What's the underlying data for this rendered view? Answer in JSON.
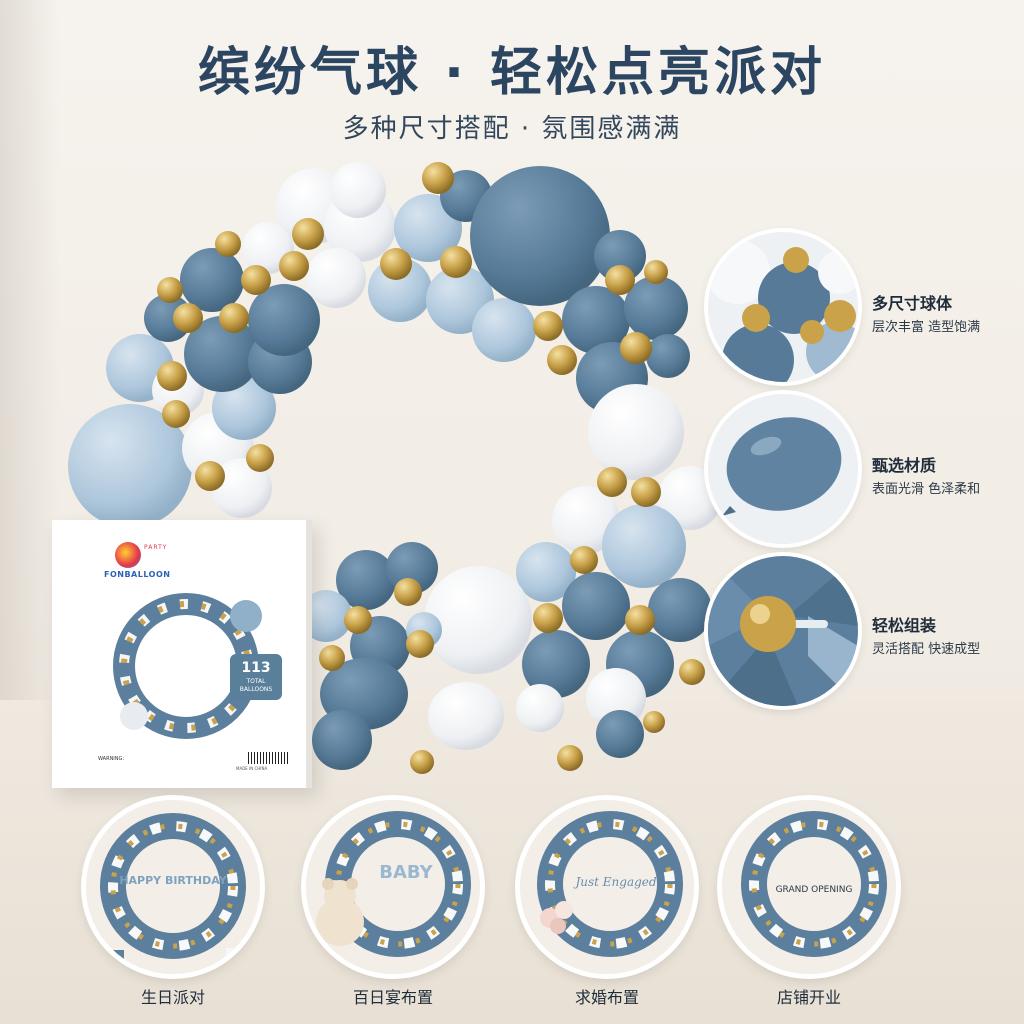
{
  "header": {
    "title": "缤纷气球 · 轻松点亮派对",
    "subtitle": "多种尺寸搭配 · 氛围感满满"
  },
  "product_box": {
    "brand_top": "PARTY",
    "brand": "FONBALLOON",
    "count": "113",
    "count_label": "TOTAL BALLOONS",
    "warning": "WARNING:",
    "made_in": "MADE IN CHINA"
  },
  "features": [
    {
      "title": "多尺寸球体",
      "desc": "层次丰富 造型饱满"
    },
    {
      "title": "甄选材质",
      "desc": "表面光滑 色泽柔和"
    },
    {
      "title": "轻松组装",
      "desc": "灵活搭配 快速成型"
    }
  ],
  "scenes": [
    {
      "label": "生日派对",
      "sign": "HAPPY BIRTHDAY"
    },
    {
      "label": "百日宴布置",
      "sign": "BABY"
    },
    {
      "label": "求婚布置",
      "sign": "Just Engaged"
    },
    {
      "label": "店铺开业",
      "sign": "GRAND OPENING"
    }
  ],
  "colors": {
    "dusty_blue": "#5b7f9c",
    "light_blue": "#a9c3d9",
    "white": "#f7f8fa",
    "gold": "#c9a24a",
    "title": "#2c4661"
  }
}
